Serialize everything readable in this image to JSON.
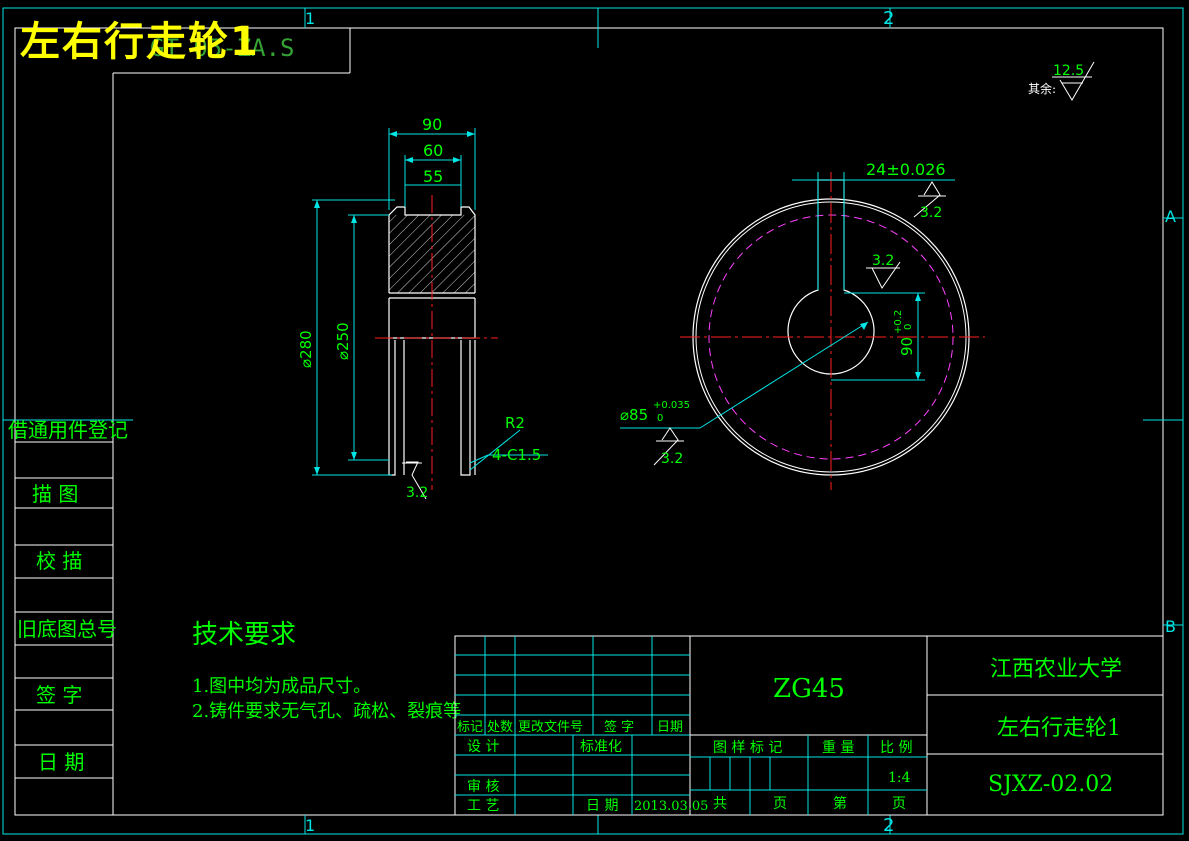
{
  "overlay_title": "左右行走轮1",
  "ghost_code": "GT 05-ZA.S",
  "zone_marks": {
    "col1": "1",
    "col2": "2",
    "rowA": "A",
    "rowB": "B"
  },
  "left_column": [
    "借通用件登记",
    "描  图",
    "校  描",
    "旧底图总号",
    "签  字",
    "日  期"
  ],
  "roughness_global": {
    "value": "12.5",
    "label": "其余:"
  },
  "section_view": {
    "dims": [
      "90",
      "60",
      "55",
      "⌀280",
      "⌀250",
      "R2",
      "4-C1.5",
      "3.2"
    ]
  },
  "front_view": {
    "keyway": "24±0.026",
    "rough_top": "3.2",
    "rough_key": "3.2",
    "depth": "90",
    "depth_tol_upper": "+0.2",
    "depth_tol_lower": "0",
    "bore": "⌀85",
    "bore_tol_upper": "+0.035",
    "bore_tol_lower": "0",
    "rough_bore": "3.2"
  },
  "tech_req": {
    "title": "技术要求",
    "items": [
      "1.图中均为成品尺寸。",
      "2.铸件要求无气孔、疏松、裂痕等"
    ]
  },
  "title_block": {
    "material": "ZG45",
    "university": "江西农业大学",
    "part_name": "左右行走轮1",
    "drawing_no": "SJXZ-02.02",
    "rev_header": [
      "标记",
      "处数",
      "更改文件号",
      "签  字",
      "日期"
    ],
    "design": "设  计",
    "standardize": "标准化",
    "review": "审  核",
    "process": "工  艺",
    "date_label": "日  期",
    "date": "2013.03.05",
    "marks_label": "图 样 标 记",
    "weight_label": "重 量",
    "scale_label": "比 例",
    "scale": "1:4",
    "total": "共",
    "page": "页",
    "sheet": "第",
    "page2": "页"
  },
  "colors": {
    "line": "#ffffff",
    "dim": "#00e5e5",
    "text": "#00ff00",
    "center": "#ff2020",
    "pitch": "#ff40ff",
    "overlay": "#ffff00"
  }
}
